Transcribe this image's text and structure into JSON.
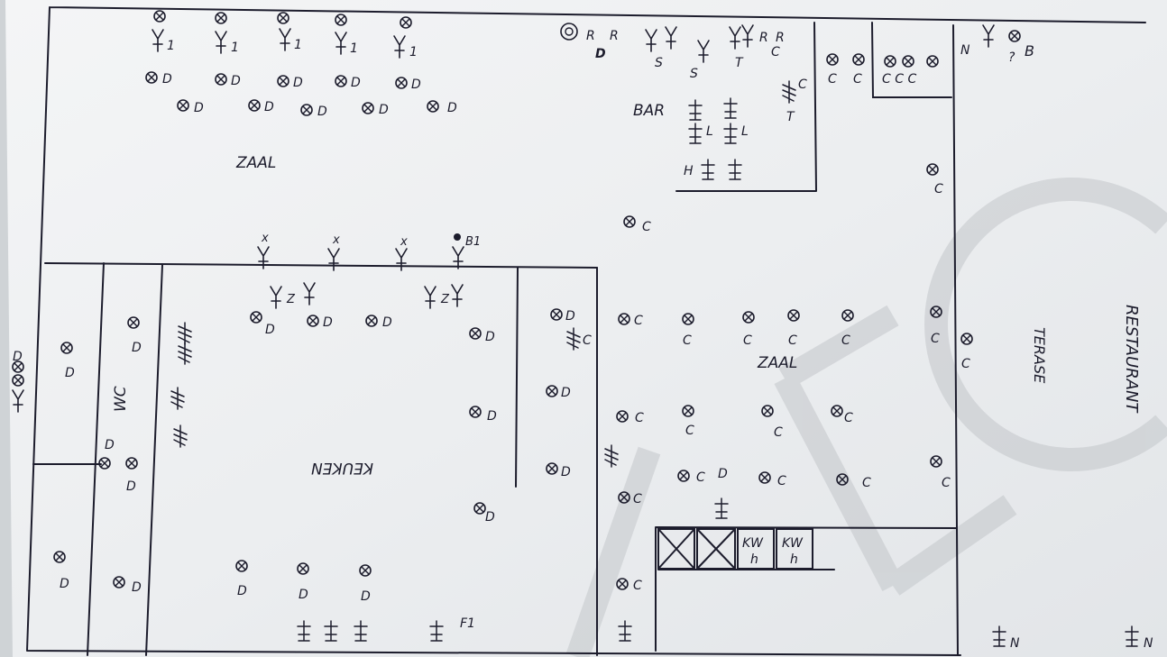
{
  "rooms": {
    "zaal_top": "ZAAL",
    "bar": "BAR",
    "zaal_right": "ZAAL",
    "keuken": "KEUKEN",
    "wc": "WC",
    "terase": "TERASE",
    "restaurant": "RESTAURANT"
  },
  "boxes": {
    "kwh_top": "KW",
    "kwh_bottom": "h"
  },
  "labels": {
    "d": "D",
    "c": "C",
    "one": "1",
    "s": "S",
    "t": "T",
    "l": "L",
    "z": "Z",
    "x": "x",
    "b": "B",
    "b1": "B1",
    "q": "?",
    "n": "N",
    "r": "R",
    "h": "H",
    "f1": "F1",
    "ccc": "C C C"
  },
  "colors": {
    "ink": "#1c1c2c",
    "watermark": "#b8bbbf",
    "paper": "#eceef0"
  }
}
